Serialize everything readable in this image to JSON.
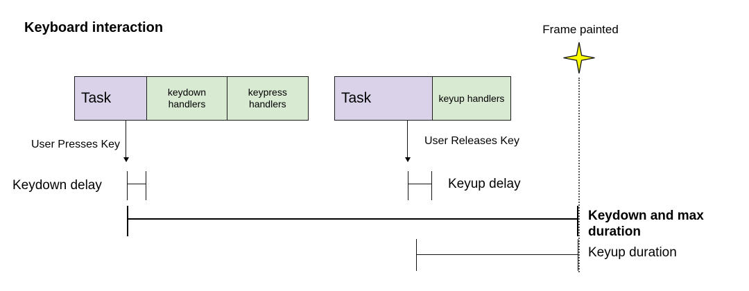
{
  "title": "Keyboard interaction",
  "frame_painted_label": "Frame painted",
  "blocks": [
    {
      "segments": [
        {
          "label": "Task"
        },
        {
          "label": "keydown handlers"
        },
        {
          "label": "keypress handlers"
        }
      ]
    },
    {
      "segments": [
        {
          "label": "Task"
        },
        {
          "label": "keyup handlers"
        }
      ]
    }
  ],
  "annotations": {
    "user_presses_key": "User Presses Key",
    "user_releases_key": "User Releases Key",
    "keydown_delay": "Keydown delay",
    "keyup_delay": "Keyup delay",
    "keydown_max_duration": "Keydown and max duration",
    "keyup_duration": "Keyup duration"
  },
  "icons": {
    "frame_painted_marker": "four-point-star"
  },
  "colors": {
    "task_fill": "#d9d2e9",
    "handler_fill": "#d9ead3",
    "star_fill": "#ffff00",
    "line": "#000000"
  }
}
